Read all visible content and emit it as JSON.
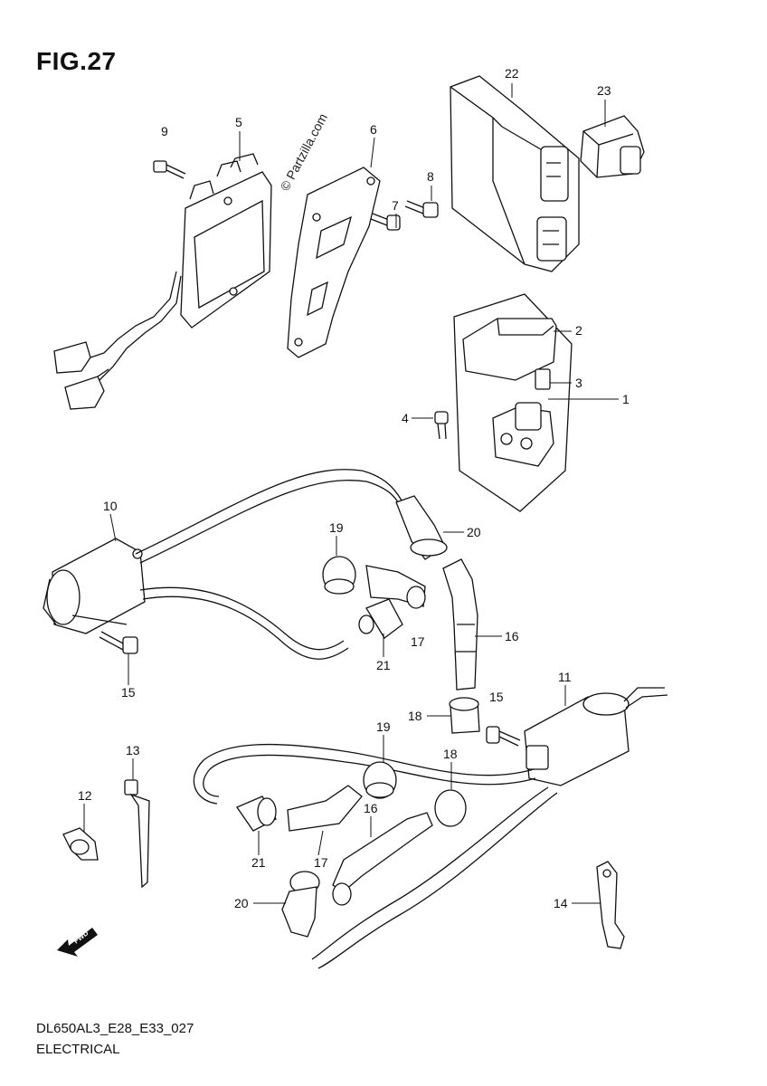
{
  "figure": {
    "title": "FIG.27"
  },
  "watermark": "© Partzilla.com",
  "footer": {
    "code": "DL650AL3_E28_E33_027",
    "name": "ELECTRICAL"
  },
  "fwd_label": "FWD",
  "callouts": [
    {
      "label": "1"
    },
    {
      "label": "2"
    },
    {
      "label": "3"
    },
    {
      "label": "4"
    },
    {
      "label": "5"
    },
    {
      "label": "6"
    },
    {
      "label": "7"
    },
    {
      "label": "8"
    },
    {
      "label": "9"
    },
    {
      "label": "10"
    },
    {
      "label": "11"
    },
    {
      "label": "12"
    },
    {
      "label": "13"
    },
    {
      "label": "14"
    },
    {
      "label": "15"
    },
    {
      "label": "15"
    },
    {
      "label": "16"
    },
    {
      "label": "16"
    },
    {
      "label": "17"
    },
    {
      "label": "17"
    },
    {
      "label": "18"
    },
    {
      "label": "18"
    },
    {
      "label": "19"
    },
    {
      "label": "19"
    },
    {
      "label": "20"
    },
    {
      "label": "20"
    },
    {
      "label": "21"
    },
    {
      "label": "21"
    },
    {
      "label": "22"
    },
    {
      "label": "23"
    }
  ]
}
